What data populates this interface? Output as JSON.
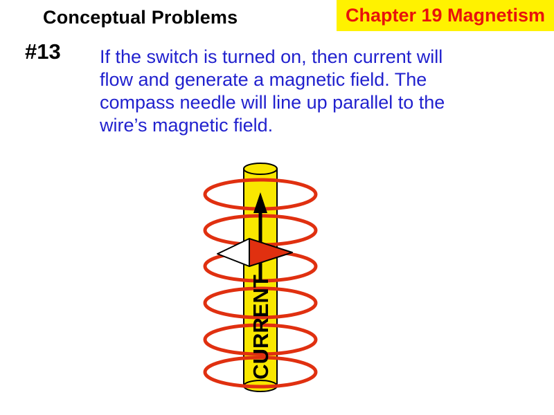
{
  "header": {
    "title": "Conceptual Problems",
    "chapter_badge": "Chapter 19 Magnetism"
  },
  "problem": {
    "number": "#13",
    "text": "If the switch is turned on, then current will\nflow and generate a magnetic field. The\ncompass needle will line up parallel to the\nwire’s magnetic field."
  },
  "diagram": {
    "current_label": "CURRENT"
  },
  "colors": {
    "text_blue": "#2121CE",
    "field_red": "#E03010",
    "badge_yellow": "#FFF200",
    "badge_text_red": "#E8130C",
    "wire_yellow": "#F9E700"
  }
}
